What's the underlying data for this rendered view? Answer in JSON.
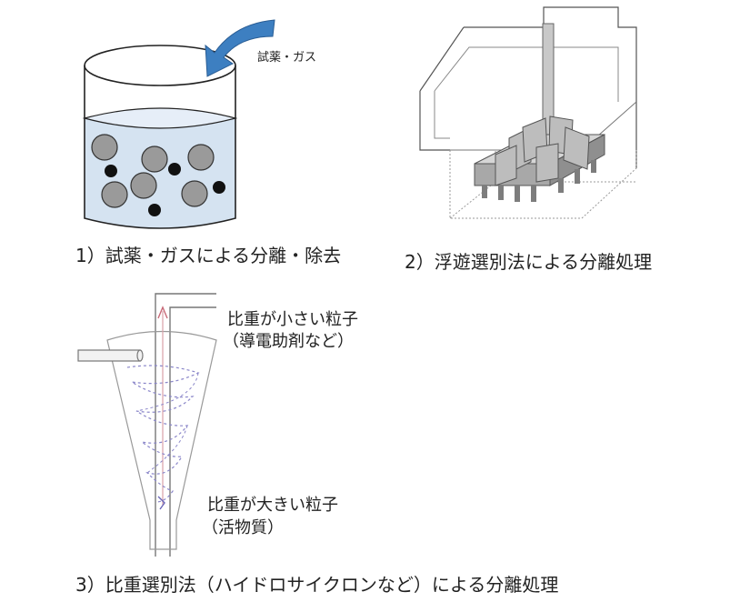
{
  "panel1": {
    "arrow_label": "試薬・ガス",
    "caption": "1）試薬・ガスによる分離・除去"
  },
  "panel2": {
    "caption": "2）浮遊選別法による分離処理"
  },
  "panel3": {
    "light_label_line1": "比重が小さい粒子",
    "light_label_line2": "（導電助剤など）",
    "heavy_label_line1": "比重が大きい粒子",
    "heavy_label_line2": "（活物質）",
    "caption": "3）比重選別法（ハイドロサイクロンなど）による分離処理"
  },
  "colors": {
    "liquid": "#d5e3f1",
    "arrow": "#3d7fc1",
    "large_particle": "#9a9a9a",
    "small_particle": "#111111",
    "flow_line": "#8a86c9",
    "up_flow": "#d8a0a8",
    "metal": "#b5b5b5"
  }
}
